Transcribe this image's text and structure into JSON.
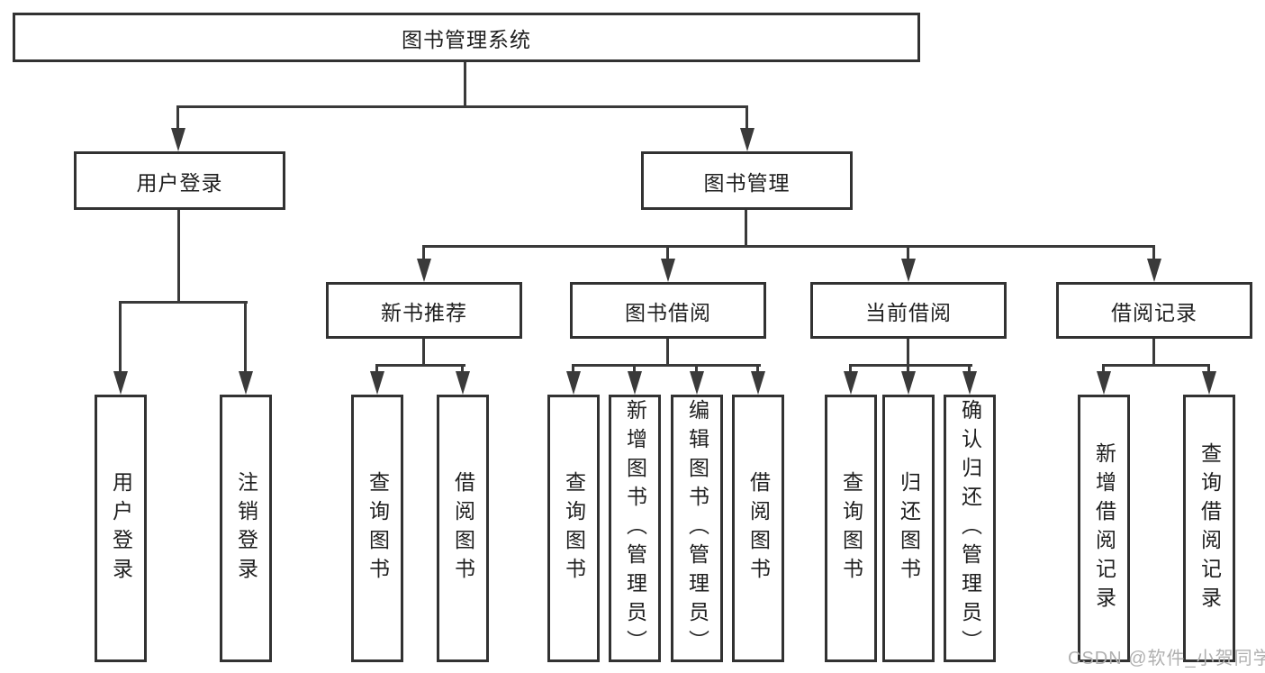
{
  "nodes": {
    "root": "图书管理系统",
    "user_login": "用户登录",
    "book_mgmt": "图书管理",
    "new_book_rec": "新书推荐",
    "book_borrow": "图书借阅",
    "current_borrow": "当前借阅",
    "borrow_records": "借阅记录"
  },
  "leaves": [
    "用户登录",
    "注销登录",
    "查询图书",
    "借阅图书",
    "查询图书",
    "新增图书（管理员）",
    "编辑图书（管理员）",
    "借阅图书",
    "查询图书",
    "归还图书",
    "确认归还（管理员）",
    "新增借阅记录",
    "查询借阅记录"
  ],
  "watermark": "CSDN @软件_小贺同学",
  "colors": {
    "background": "#ffffff",
    "box_border": "#323232",
    "line": "#3a3a3a",
    "text": "#1f1f1f",
    "watermark": "#b0b0b0"
  }
}
